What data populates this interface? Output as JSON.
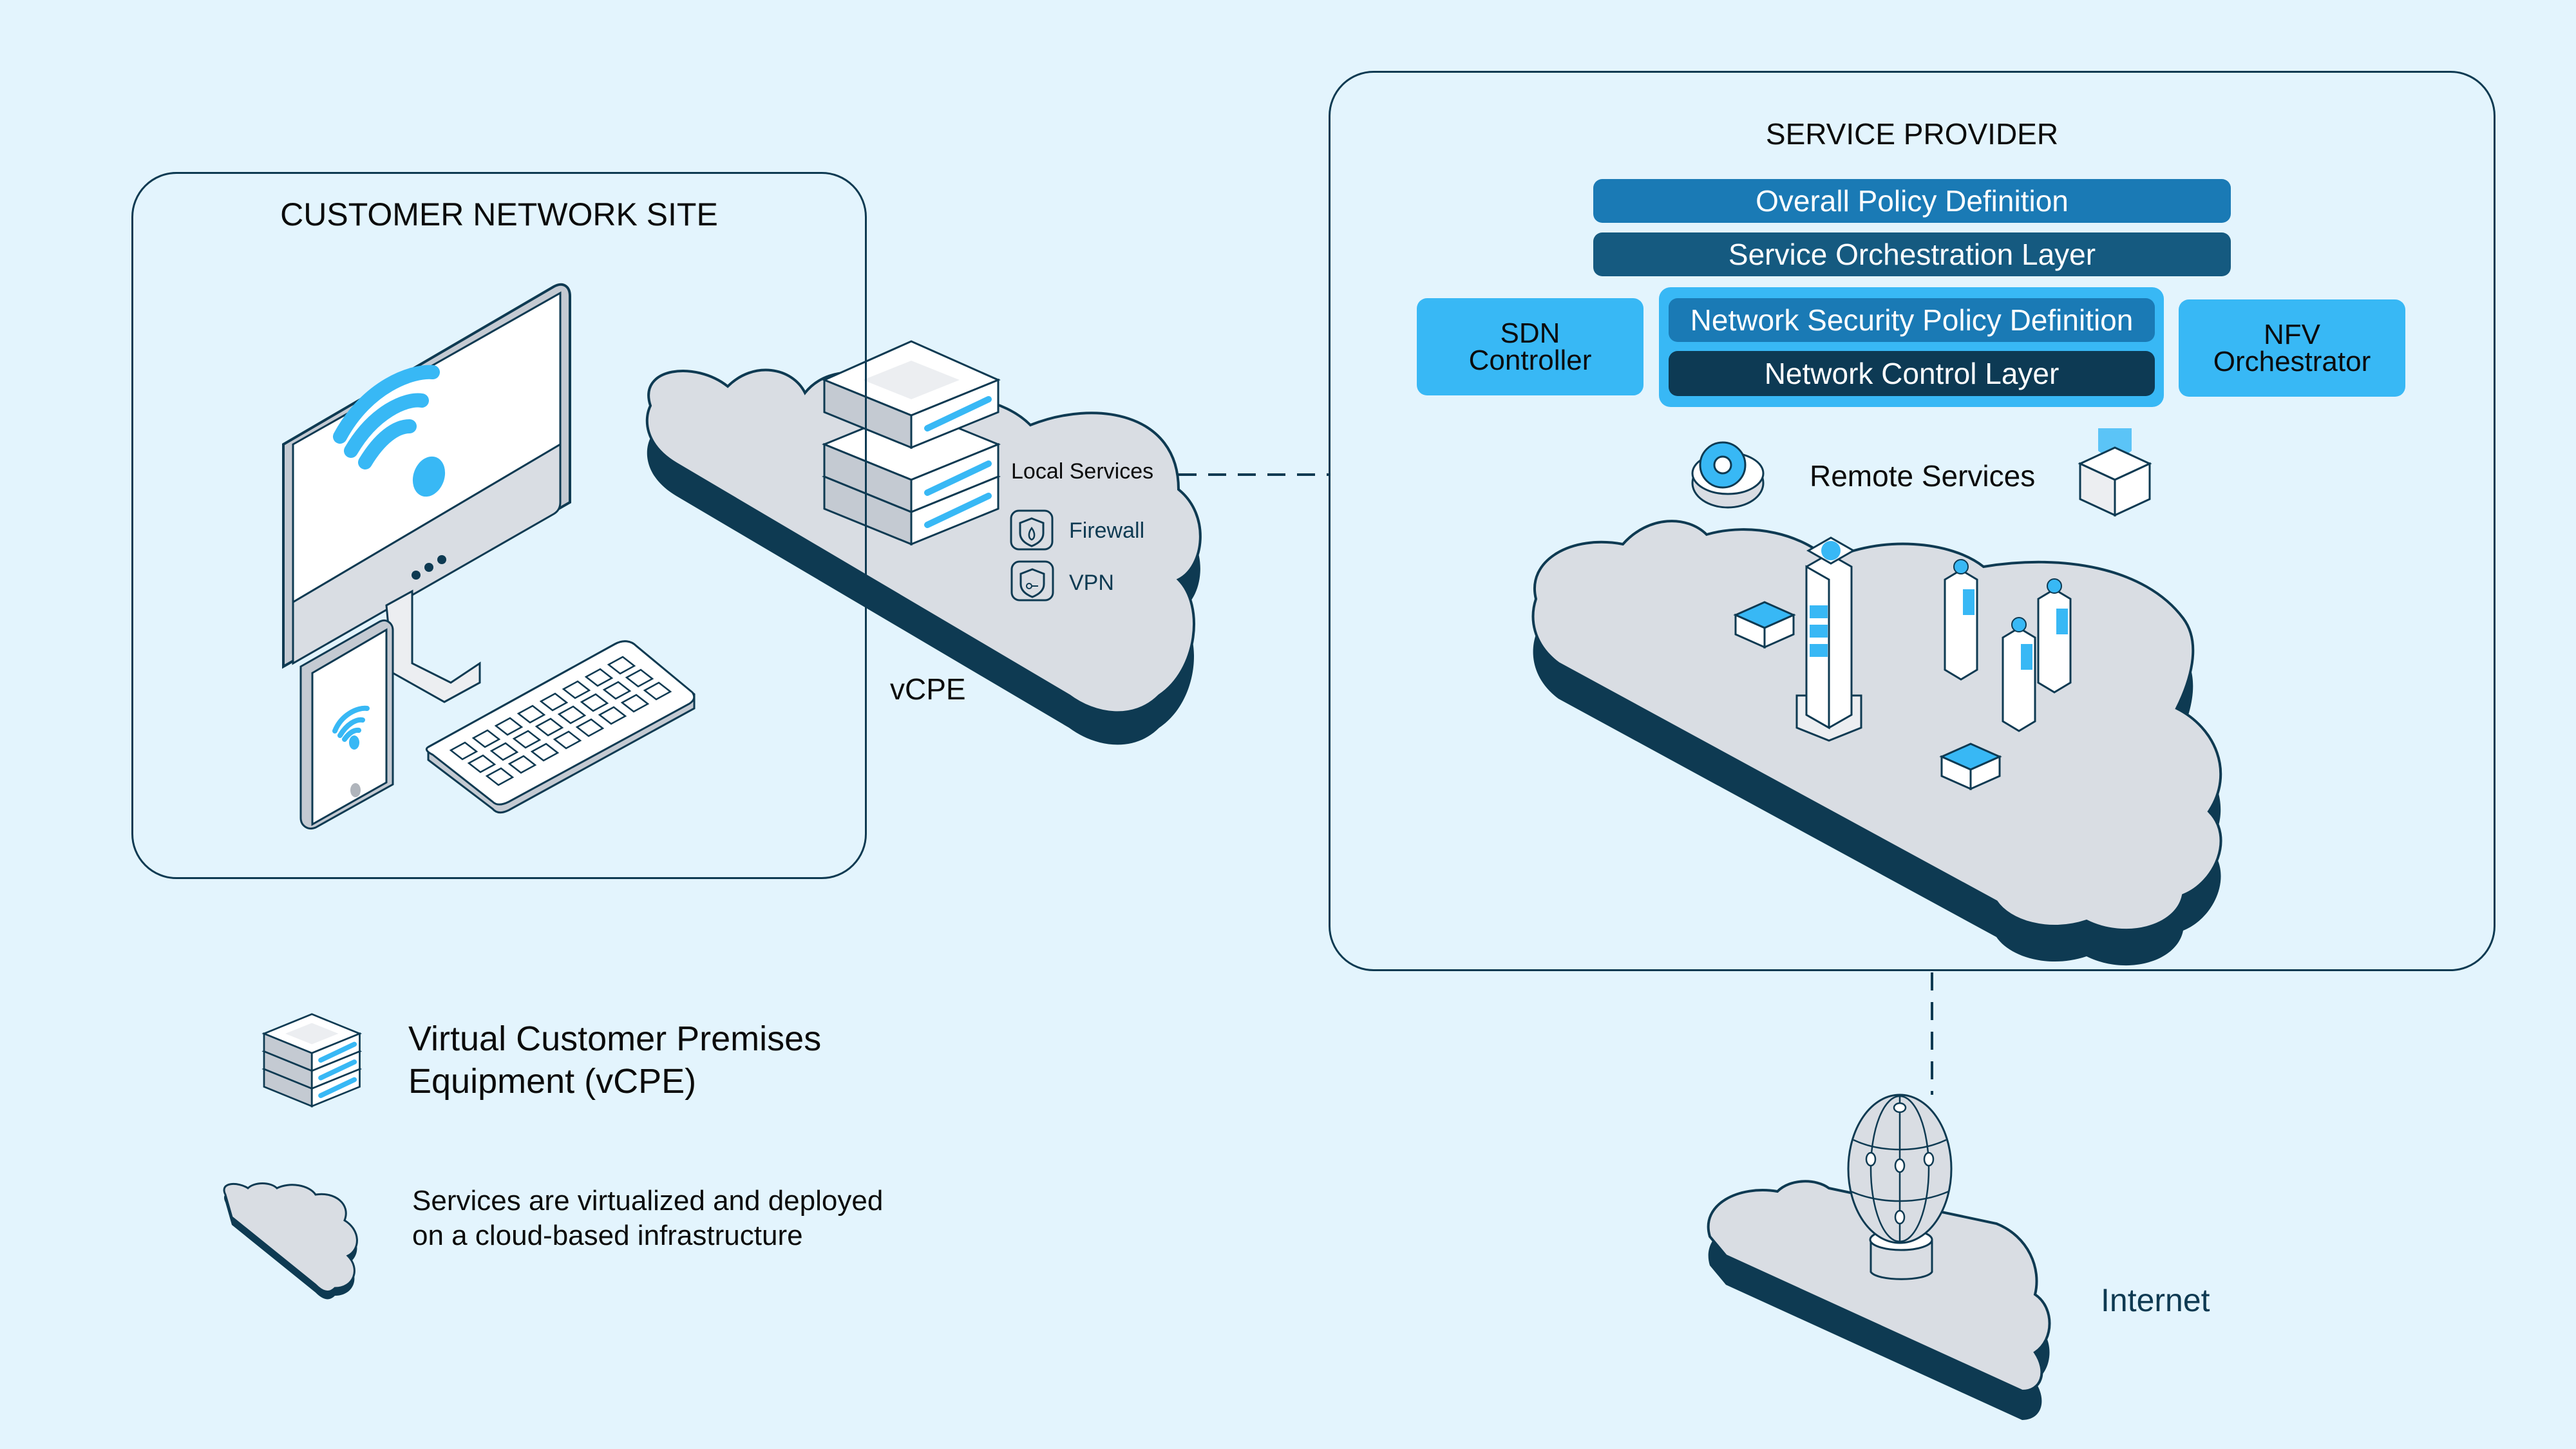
{
  "customer_site": {
    "title": "CUSTOMER NETWORK SITE",
    "devices": [
      "monitor",
      "smartphone",
      "keyboard"
    ]
  },
  "vcpe": {
    "label": "vCPE",
    "local_services_label": "Local Services",
    "services": [
      {
        "name": "Firewall",
        "icon": "shield-flame-icon"
      },
      {
        "name": "VPN",
        "icon": "shield-key-icon"
      }
    ]
  },
  "service_provider": {
    "title": "SERVICE PROVIDER",
    "layers": {
      "overall_policy": "Overall Policy Definition",
      "service_orchestration": "Service Orchestration Layer",
      "network_security_policy": "Network Security Policy Definition",
      "network_control": "Network Control Layer"
    },
    "sdn_controller": {
      "line1": "SDN",
      "line2": "Controller"
    },
    "nfv_orchestrator": {
      "line1": "NFV",
      "line2": "Orchestrator"
    },
    "remote_services_label": "Remote Services"
  },
  "internet": {
    "label": "Internet"
  },
  "legend": {
    "vcpe_line1": "Virtual Customer Premises",
    "vcpe_line2": "Equipment (vCPE)",
    "cloud_line1": "Services are virtualized and deployed",
    "cloud_line2": "on a cloud-based infrastructure"
  },
  "colors": {
    "background": "#e3f4fd",
    "dark_navy": "#0e3a52",
    "medium_blue": "#1a7ab5",
    "deep_blue": "#155a80",
    "bright_blue": "#38b8f5",
    "cloud_gray": "#d9dde3"
  }
}
